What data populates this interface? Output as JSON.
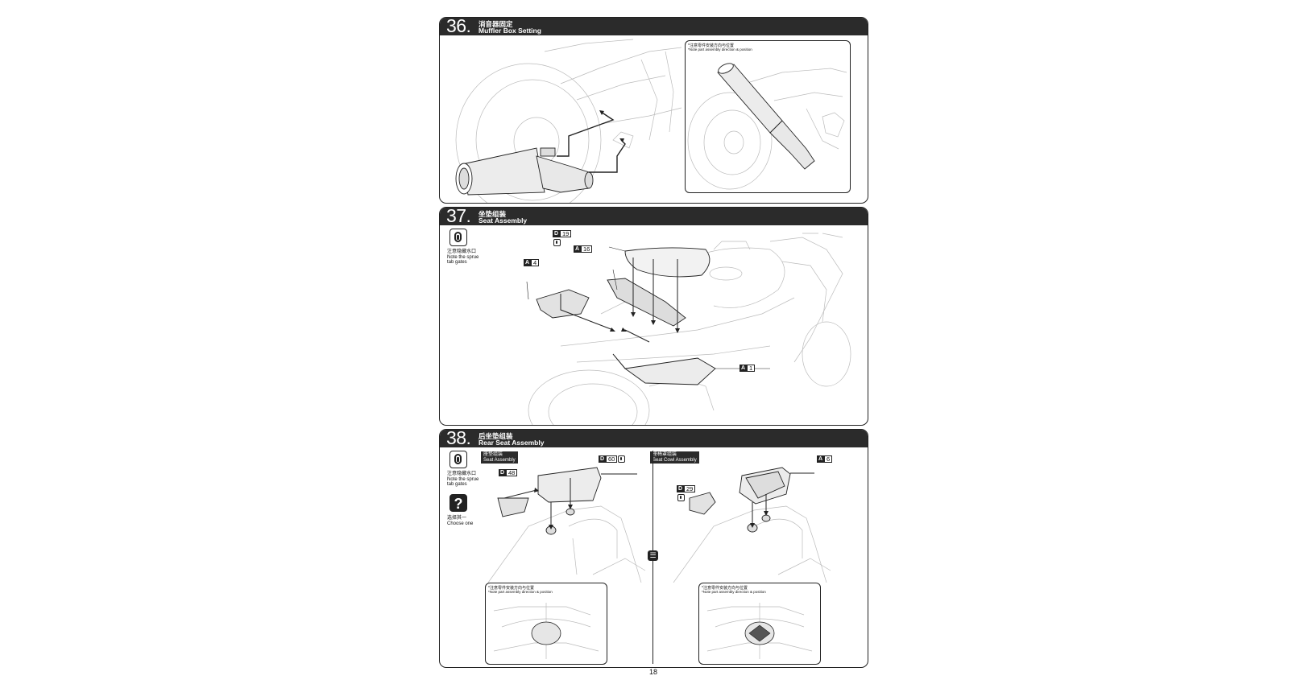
{
  "steps": [
    {
      "number": "36",
      "title_cn": "消音器固定",
      "title_en": "Muffler Box Setting"
    },
    {
      "number": "37",
      "title_cn": "坐垫组装",
      "title_en": "Seat Assembly"
    },
    {
      "number": "38",
      "title_cn": "后坐垫组装",
      "title_en": "Rear Seat Assembly"
    }
  ],
  "notes": {
    "direction_cn": "*注意零件安装方向与位置",
    "direction_en": "*Note part assembly direction & position"
  },
  "sprue_note": {
    "cn": "注意隐藏水口",
    "en1": "Note the sprue",
    "en2": "tab gates"
  },
  "choose_note": {
    "cn": "选择其一",
    "en": "Choose one"
  },
  "parts": {
    "d19": {
      "letter": "D",
      "num": "19"
    },
    "a16": {
      "letter": "A",
      "num": "16"
    },
    "a4": {
      "letter": "A",
      "num": "4"
    },
    "a1": {
      "letter": "A",
      "num": "1"
    },
    "d48": {
      "letter": "D",
      "num": "48"
    },
    "d60": {
      "letter": "D",
      "num": "60"
    },
    "a6": {
      "letter": "A",
      "num": "6"
    },
    "d29": {
      "letter": "D",
      "num": "29"
    }
  },
  "sub_assemblies": {
    "seat": {
      "cn": "座垫组装",
      "en": "Seat Assembly"
    },
    "cowl": {
      "cn": "座椅罩组装",
      "en": "Seat Cowl Assembly"
    }
  },
  "page_number": "18",
  "icons": [
    "sprue-gate-icon",
    "question-icon",
    "lock-icon",
    "cement-icon"
  ],
  "colors": {
    "header_bg": "#2b2b2b",
    "line": "#222222",
    "muffler_fill": "#ececec"
  }
}
